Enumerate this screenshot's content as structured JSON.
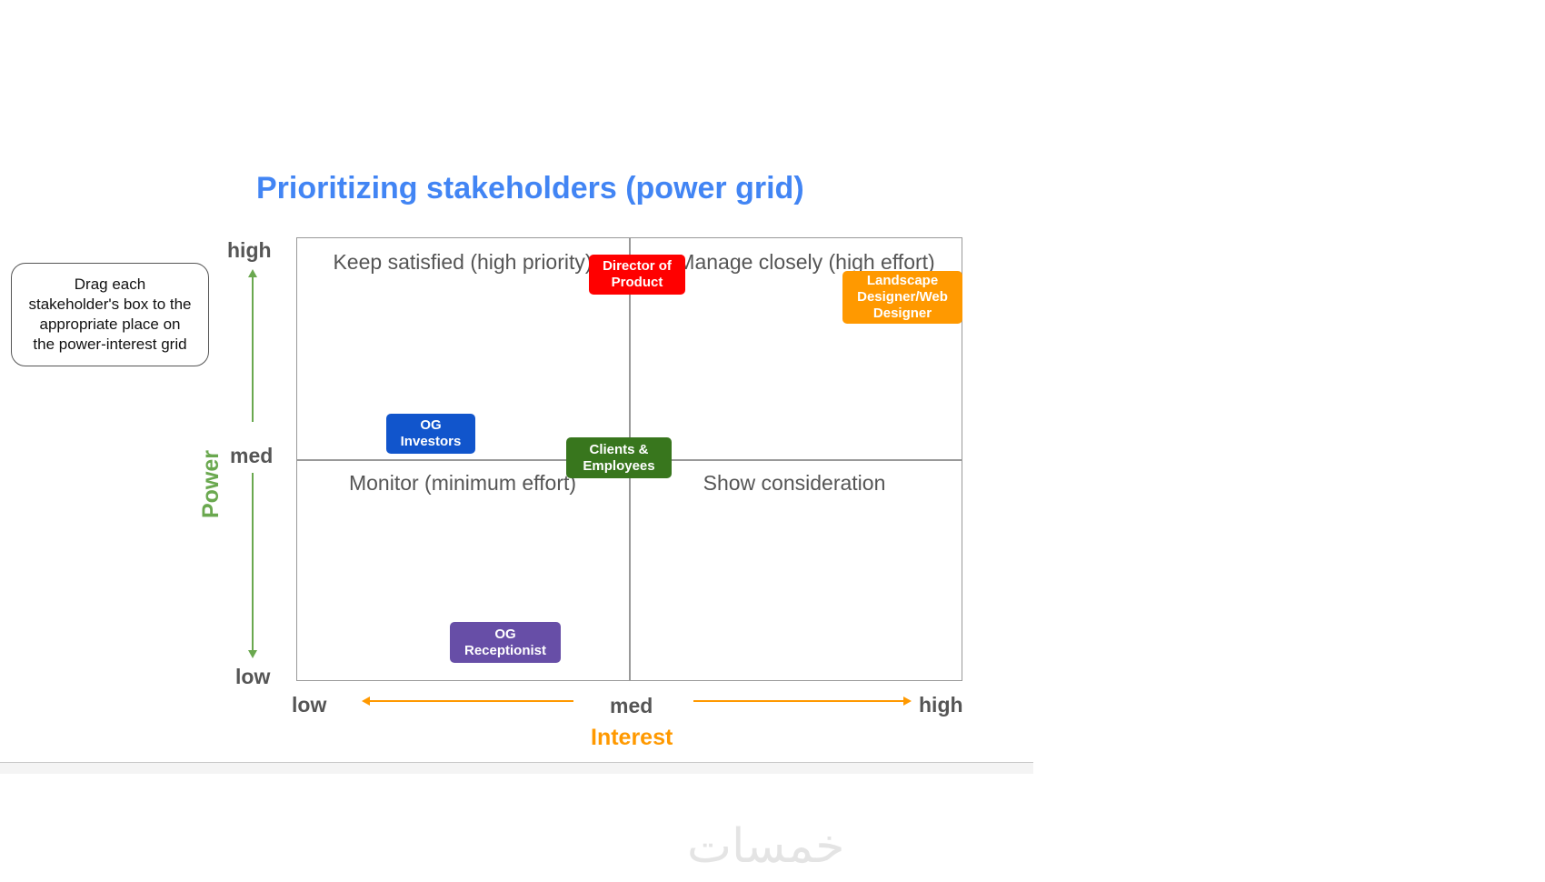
{
  "title": "Prioritizing stakeholders (power grid)",
  "instruction": "Drag each stakeholder's box to the appropriate place on the power-interest grid",
  "quadrants": {
    "top_left": "Keep satisfied (high priority)",
    "top_right": "Manage closely (high effort)",
    "bottom_left": "Monitor (minimum effort)",
    "bottom_right": "Show consideration"
  },
  "power_axis": {
    "title": "Power",
    "high": "high",
    "med": "med",
    "low": "low",
    "color": "#6aa84f"
  },
  "interest_axis": {
    "title": "Interest",
    "low": "low",
    "med": "med",
    "high": "high",
    "color": "#ff9900"
  },
  "stakeholders": [
    {
      "label": "Director of Product",
      "color": "#ff0000"
    },
    {
      "label": "Landscape Designer/Web Designer",
      "color": "#ff9900"
    },
    {
      "label": "OG Investors",
      "color": "#1155cc"
    },
    {
      "label": "Clients & Employees",
      "color": "#38761d"
    },
    {
      "label": "OG Receptionist",
      "color": "#674ea7"
    }
  ],
  "watermark": "خمسات"
}
